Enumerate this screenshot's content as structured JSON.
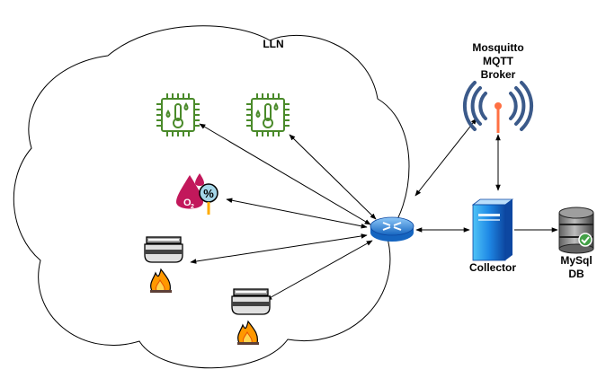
{
  "cloud": {
    "label": "LLN"
  },
  "broker": {
    "line1": "Mosquitto",
    "line2": "MQTT",
    "line3": "Broker",
    "icon": "antenna-icon",
    "color": "#3b5a8a"
  },
  "collector": {
    "label": "Collector",
    "icon": "server-icon",
    "color": "#1e88e5"
  },
  "database": {
    "line1": "MySql",
    "line2": "DB",
    "icon": "database-icon"
  },
  "router": {
    "icon": "router-icon",
    "color": "#2f6fb5"
  },
  "sensors": [
    {
      "icon": "temperature-humidity-chip-icon",
      "color": "#4a8a2a"
    },
    {
      "icon": "temperature-humidity-chip-icon",
      "color": "#4a8a2a"
    },
    {
      "icon": "oxygen-sensor-icon",
      "color": "#c2185b"
    },
    {
      "icon": "smoke-detector-icon"
    },
    {
      "icon": "smoke-detector-icon"
    }
  ]
}
